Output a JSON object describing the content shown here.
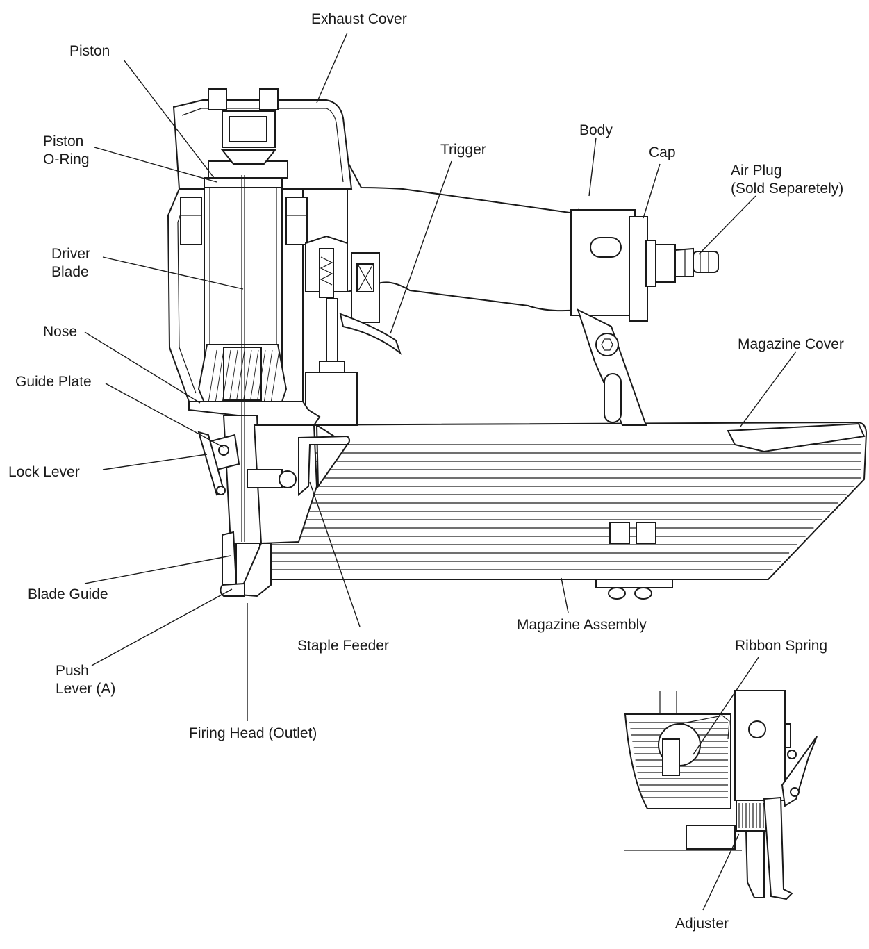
{
  "labels": {
    "exhaust_cover": "Exhaust Cover",
    "piston": "Piston",
    "piston_o_ring_1": "Piston",
    "piston_o_ring_2": "O-Ring",
    "trigger": "Trigger",
    "body": "Body",
    "cap": "Cap",
    "air_plug_1": "Air Plug",
    "air_plug_2": "(Sold Separetely)",
    "driver_blade_1": "Driver",
    "driver_blade_2": "Blade",
    "nose": "Nose",
    "magazine_cover": "Magazine Cover",
    "guide_plate": "Guide Plate",
    "lock_lever": "Lock Lever",
    "blade_guide": "Blade Guide",
    "magazine_assembly": "Magazine Assembly",
    "staple_feeder": "Staple Feeder",
    "ribbon_spring": "Ribbon Spring",
    "push_lever_1": "Push",
    "push_lever_2": "Lever (A)",
    "firing_head": "Firing Head (Outlet)",
    "adjuster": "Adjuster"
  }
}
